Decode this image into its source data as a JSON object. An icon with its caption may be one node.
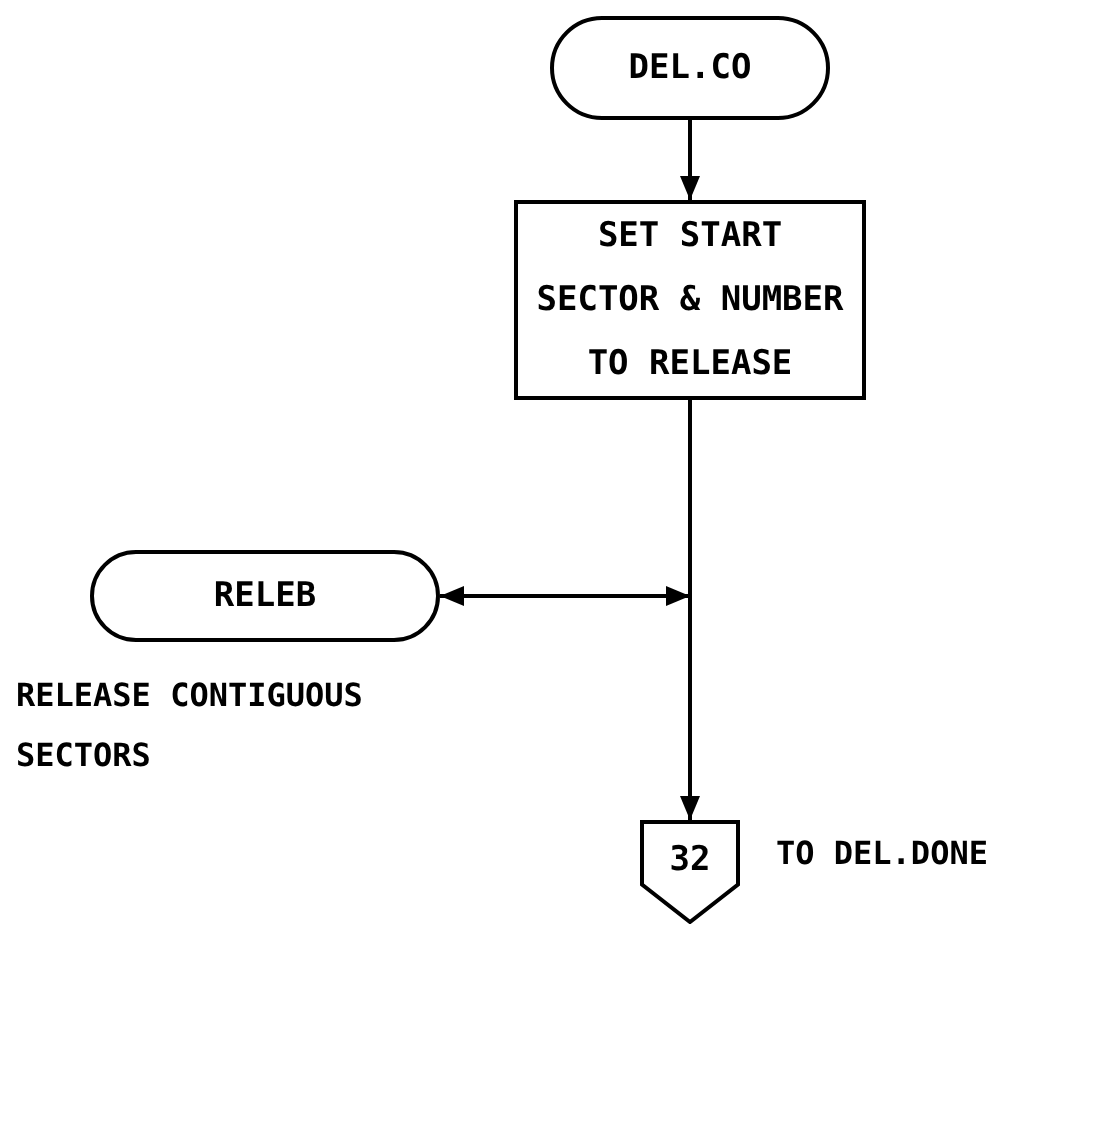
{
  "diagram": {
    "nodes": [
      {
        "text": [
          "DEL.CO"
        ]
      },
      {
        "text": [
          "SET START SECTOR & NUMBER TO RELEASE"
        ]
      },
      {
        "text": [
          "RELEB"
        ],
        "beside": [
          "RELEASE CONTIGUOUS SECTORS"
        ]
      },
      {
        "text": [
          "32"
        ],
        "beside": [
          "TO DEL.DONE"
        ]
      }
    ],
    "edges": [
      {
        "from": 0,
        "to": 1,
        "arrow": "to"
      },
      {
        "from": 1,
        "to": 3,
        "arrow": "to"
      },
      {
        "from": 2,
        "to": null,
        "arrow": "both"
      }
    ]
  }
}
